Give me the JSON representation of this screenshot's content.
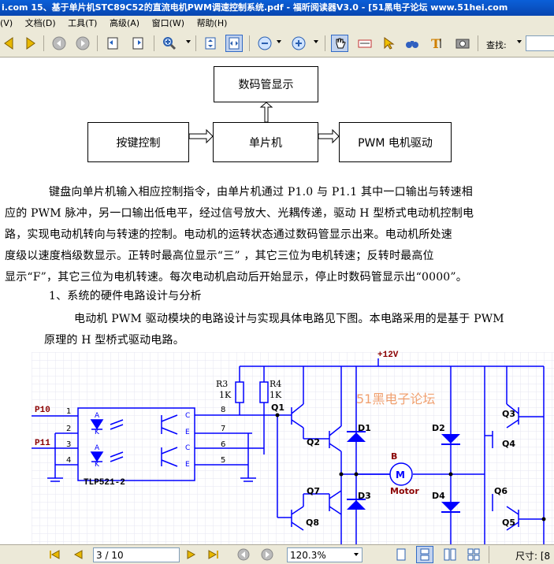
{
  "window": {
    "title": "i.com 15、基于单片机STC89C52的直流电机PWM调速控制系统.pdf - 福昕阅读器V3.0 - [51黑电子论坛 www.51hei.com"
  },
  "menu": [
    "(V)",
    "文档(D)",
    "工具(T)",
    "高级(A)",
    "窗口(W)",
    "帮助(H)"
  ],
  "toolbar": {
    "search_label": "查找:",
    "search_value": ""
  },
  "diagram": {
    "box_display": "数码管显示",
    "box_keys": "按键控制",
    "box_mcu": "单片机",
    "box_pwm": "PWM 电机驱动"
  },
  "text": {
    "p1_l1": "键盘向单片机输入相应控制指令，由单片机通过 P1.0 与 P1.1 其中一口输出与转速相",
    "p1_l2": "应的 PWM 脉冲，另一口输出低电平，经过信号放大、光耦传递，驱动 H 型桥式电动机控制电",
    "p1_l3": "路，实现电动机转向与转速的控制。电动机的运转状态通过数码管显示出来。电动机所处速",
    "p1_l4": "度级以速度档级数显示。正转时最高位显示“三” ，其它三位为电机转速；反转时最高位",
    "p1_l5": "显示“F”，其它三位为电机转速。每次电动机启动后开始显示，停止时数码管显示出“0000”。",
    "heading": "1、系统的硬件电路设计与分析",
    "p2_l1": "电动机 PWM 驱动模块的电路设计与实现具体电路见下图。本电路采用的是基于 PWM",
    "p2_l2": "原理的 H 型桥式驱动电路。"
  },
  "circuit": {
    "vcc": "+12V",
    "r3": "R3",
    "r3v": "1K",
    "r4": "R4",
    "r4v": "1K",
    "watermark": "51黑电子论坛",
    "p10": "P10",
    "p11": "P11",
    "pin1": "1",
    "pin2": "2",
    "pin3": "3",
    "pin4": "4",
    "pin5": "5",
    "pin6": "6",
    "pin7": "7",
    "pin8": "8",
    "chip": "TLP521-2",
    "q1": "Q1",
    "q2": "Q2",
    "q3": "Q3",
    "q4": "Q4",
    "q5": "Q5",
    "q6": "Q6",
    "q7": "Q7",
    "q8": "Q8",
    "d1": "D1",
    "d2": "D2",
    "d3": "D3",
    "d4": "D4",
    "motor_b": "B",
    "motor": "Motor",
    "a": "A",
    "k": "K",
    "c": "C",
    "e": "E"
  },
  "status": {
    "page": "3 / 10",
    "zoom": "120.3%",
    "size_label": "尺寸: [8"
  },
  "colors": {
    "title_bg": "#0846b0",
    "chrome": "#ece9d8",
    "wire": "#0000ff",
    "label_red": "#8b0000",
    "watermark": "#f0a070"
  }
}
